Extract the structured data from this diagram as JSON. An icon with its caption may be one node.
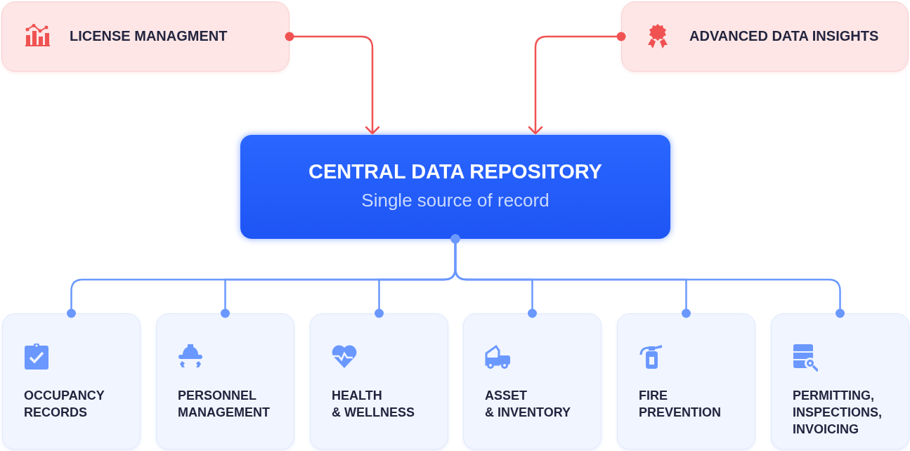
{
  "diagram": {
    "nodes": [
      {
        "text": [
          "LICENSE MANAGMENT"
        ]
      },
      {
        "text": [
          "ADVANCED DATA INSIGHTS"
        ]
      },
      {
        "text": [
          "CENTRAL DATA REPOSITORY",
          "Single source of record"
        ]
      },
      {
        "text": [
          "OCCUPANCY RECORDS"
        ]
      },
      {
        "text": [
          "PERSONNEL MANAGEMENT"
        ]
      },
      {
        "text": [
          "HEALTH & WELLNESS"
        ]
      },
      {
        "text": [
          "ASSET & INVENTORY"
        ]
      },
      {
        "text": [
          "FIRE PREVENTION"
        ]
      },
      {
        "text": [
          "PERMITTING, INSPECTIONS, INVOICING"
        ]
      }
    ],
    "edges": [
      {
        "from": 0,
        "to": 2,
        "arrow": "to",
        "color": "#f05252"
      },
      {
        "from": 1,
        "to": 2,
        "arrow": "to",
        "color": "#f05252"
      },
      {
        "from": 2,
        "to": 3,
        "arrow": "other"
      },
      {
        "from": 2,
        "to": 4,
        "arrow": "other"
      },
      {
        "from": 2,
        "to": 5,
        "arrow": "other"
      },
      {
        "from": 2,
        "to": 6,
        "arrow": "other"
      },
      {
        "from": 2,
        "to": 7,
        "arrow": "other"
      },
      {
        "from": 2,
        "to": 8,
        "arrow": "other"
      }
    ]
  }
}
